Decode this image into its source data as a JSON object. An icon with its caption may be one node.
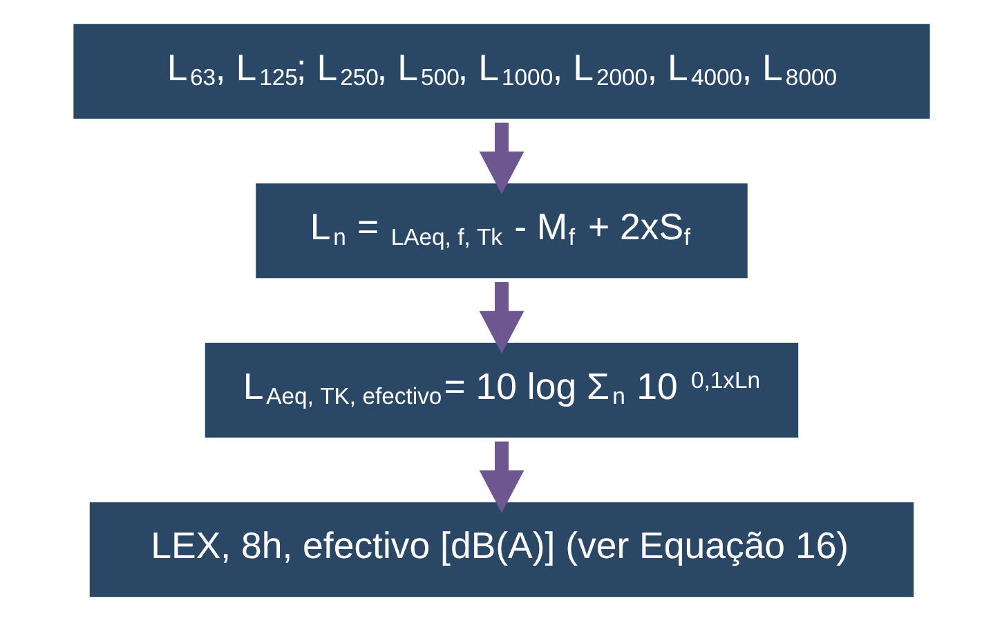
{
  "diagram": {
    "nodes": [
      {
        "text": [
          "L$_{63}$, L$_{125}$; L$_{250}$, L$_{500}$, L$_{1000}$, L$_{2000}$, L$_{4000}$, L$_{8000}$"
        ]
      },
      {
        "text": [
          "L$_{n}$ = $_{LAeq, f, Tk}$ - M$_{f}$ + 2xS$_{f}$"
        ]
      },
      {
        "text": [
          "L$_{Aeq, TK, efectivo}$= 10 log Σ$_{n}$ 10 $^{0,1xLn}$"
        ]
      },
      {
        "text": [
          "LEX, 8h, efectivo [dB(A)] (ver Equação 16)"
        ]
      }
    ],
    "edges": [
      {
        "from": 0,
        "to": 1,
        "arrow": "to"
      },
      {
        "from": 1,
        "to": 2,
        "arrow": "to"
      },
      {
        "from": 2,
        "to": 3,
        "arrow": "to"
      }
    ]
  }
}
